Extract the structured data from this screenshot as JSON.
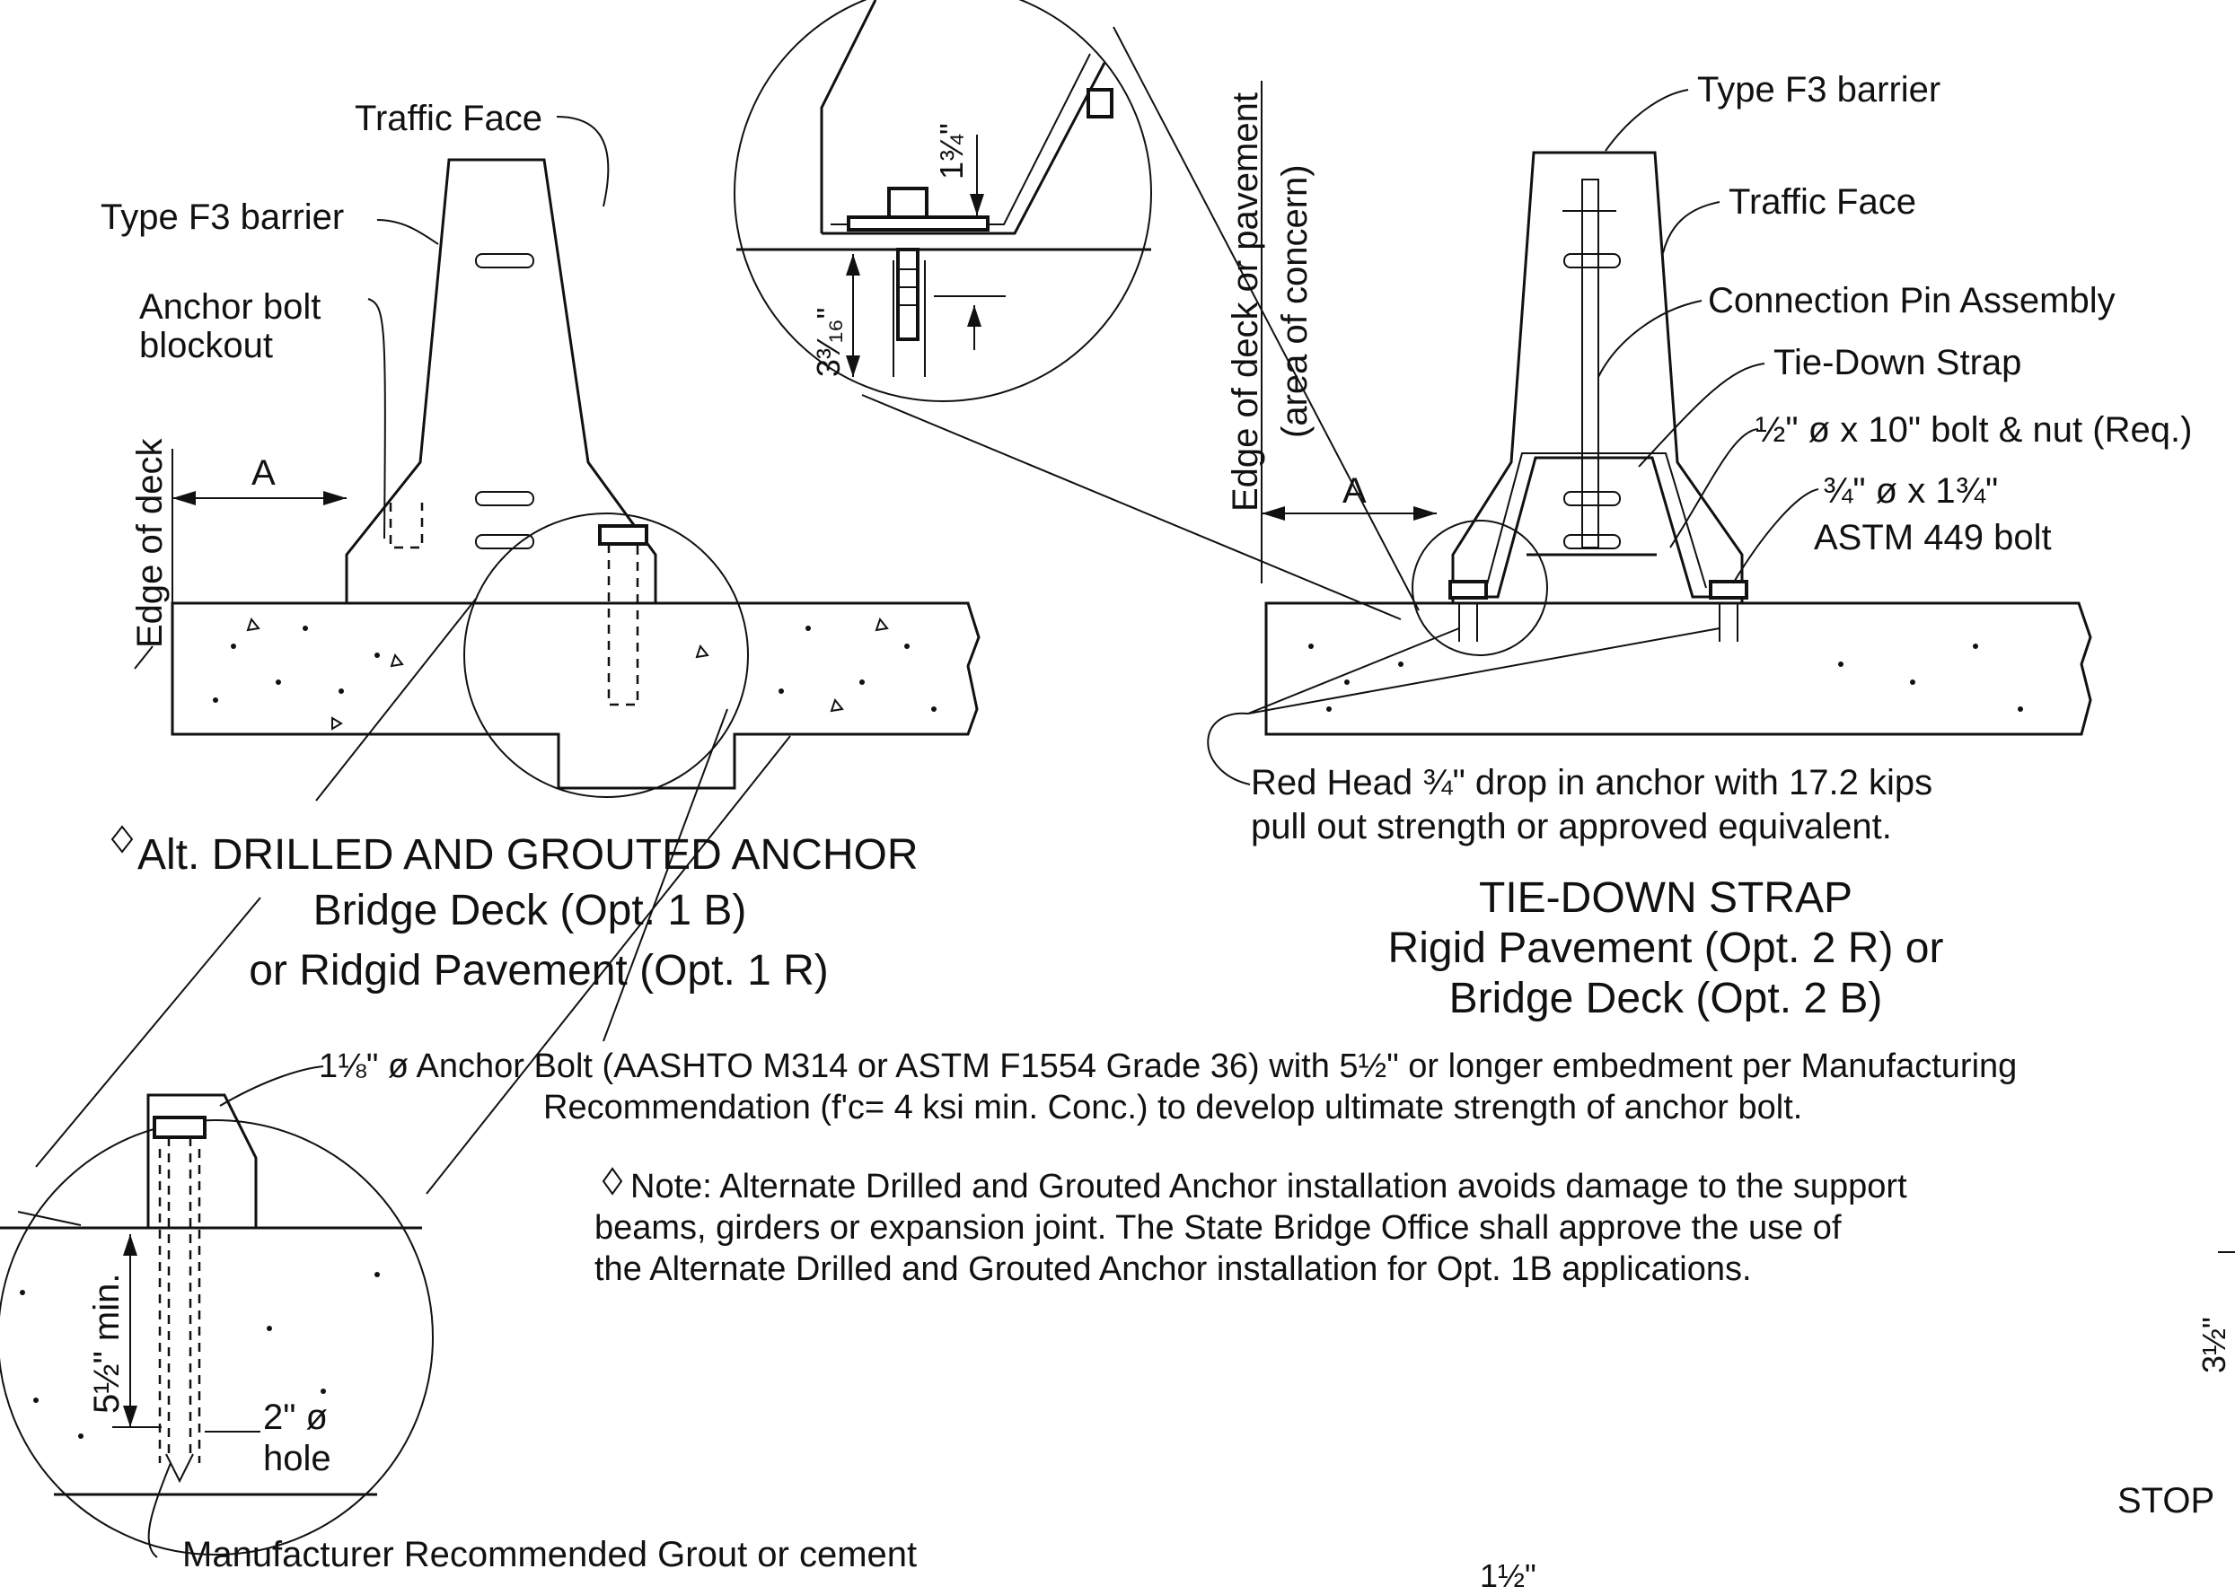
{
  "left_detail": {
    "traffic_face": "Traffic Face",
    "barrier_type": "Type F3 barrier",
    "anchor_blockout_l1": "Anchor bolt",
    "anchor_blockout_l2": "blockout",
    "edge_of_deck": "Edge of deck",
    "dim_a": "A",
    "title_l1": "Alt. DRILLED AND GROUTED ANCHOR",
    "title_l2": "Bridge Deck (Opt. 1 B)",
    "title_l3": "or Ridgid Pavement (Opt. 1 R)"
  },
  "top_circle": {
    "dim_1": "1¾\"",
    "dim_2": "3³⁄₁₆\""
  },
  "right_detail": {
    "barrier_type": "Type F3 barrier",
    "traffic_face": "Traffic Face",
    "connection_pin": "Connection Pin Assembly",
    "tie_down_strap": "Tie-Down Strap",
    "bolt_nut": "½\" ø x 10\" bolt & nut (Req.)",
    "astm_bolt_l1": "¾\" ø x 1¾\"",
    "astm_bolt_l2": "ASTM 449 bolt",
    "edge_label_l1": "Edge of deck or pavement",
    "edge_label_l2": "(area of concern)",
    "dim_a": "A",
    "red_head_l1": "Red Head ¾\" drop in anchor with 17.2 kips",
    "red_head_l2": "pull out strength or approved equivalent.",
    "title_l1": "TIE-DOWN STRAP",
    "title_l2": "Rigid Pavement (Opt. 2 R) or",
    "title_l3": "Bridge Deck (Opt. 2 B)"
  },
  "anchor_bolt_note": {
    "line1": "1⅛\" ø Anchor Bolt (AASHTO M314 or ASTM F1554 Grade 36) with 5½\" or longer embedment per Manufacturing",
    "line2": "Recommendation (f'c= 4 ksi min. Conc.) to develop ultimate strength of anchor bolt."
  },
  "alt_note": {
    "line1": "Note: Alternate Drilled and Grouted Anchor installation avoids damage to the support",
    "line2": "beams, girders or expansion joint. The State Bridge Office shall approve the use of",
    "line3": "the Alternate Drilled and Grouted Anchor installation for Opt. 1B applications."
  },
  "bottom_circle": {
    "embed_min": "5½\" min.",
    "hole_l1": "2\" ø",
    "hole_l2": "hole",
    "grout": "Manufacturer Recommended Grout or cement"
  },
  "edge_fragments": {
    "stop": "STOP",
    "dim_right": "3½\"",
    "dim_bottom": "1½\""
  }
}
